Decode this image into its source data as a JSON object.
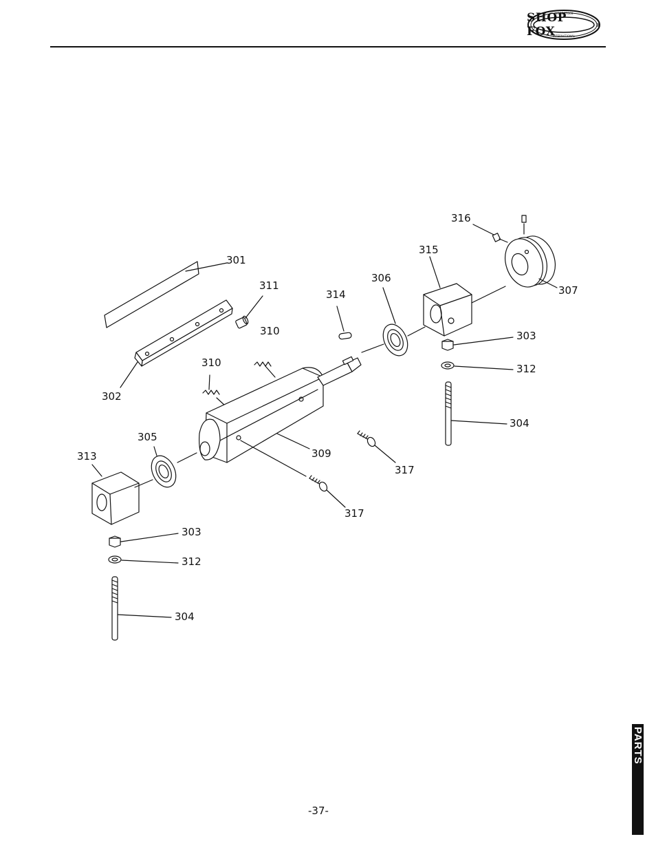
{
  "header": {
    "logo_text": "SHOP FOX",
    "logo_registered": "®"
  },
  "diagram": {
    "callouts": {
      "c301": "301",
      "c302": "302",
      "c303a": "303",
      "c303b": "303",
      "c304a": "304",
      "c304b": "304",
      "c305": "305",
      "c306": "306",
      "c307": "307",
      "c309": "309",
      "c310a": "310",
      "c310b": "310",
      "c311": "311",
      "c312a": "312",
      "c312b": "312",
      "c313": "313",
      "c314": "314",
      "c315": "315",
      "c316": "316",
      "c317a": "317",
      "c317b": "317"
    }
  },
  "side_tab": {
    "label": "PARTS"
  },
  "footer": {
    "page_number": "-37-"
  }
}
